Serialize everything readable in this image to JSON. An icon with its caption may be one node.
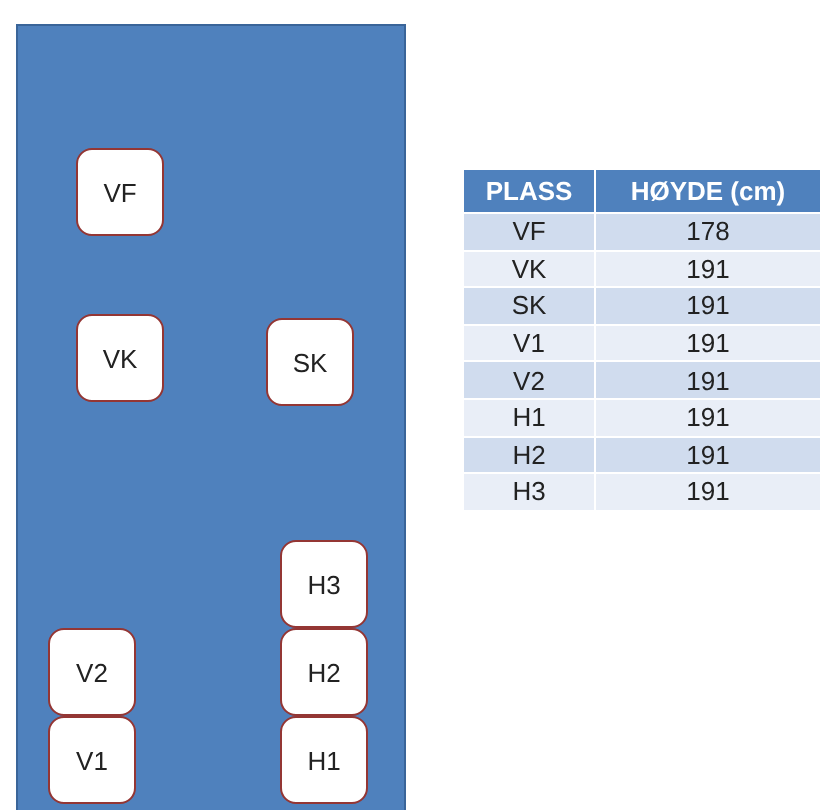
{
  "diagram": {
    "nodes": [
      {
        "text": [],
        "shape": "box"
      },
      {
        "text": [
          "VF"
        ],
        "in": 0
      },
      {
        "text": [
          "VK"
        ],
        "in": 0
      },
      {
        "text": [
          "SK"
        ],
        "in": 0
      },
      {
        "text": [
          "H3"
        ],
        "in": 0
      },
      {
        "text": [
          "V2"
        ],
        "in": 0
      },
      {
        "text": [
          "H2"
        ],
        "in": 0
      },
      {
        "text": [
          "V1"
        ],
        "in": 0
      },
      {
        "text": [
          "H1"
        ],
        "in": 0
      }
    ],
    "labels": [
      "PLASS",
      "HØYDE (cm)",
      "VF",
      "178",
      "VK",
      "191",
      "SK",
      "191",
      "V1",
      "191",
      "V2",
      "191",
      "H1",
      "191",
      "H2",
      "191",
      "H3",
      "191"
    ]
  }
}
